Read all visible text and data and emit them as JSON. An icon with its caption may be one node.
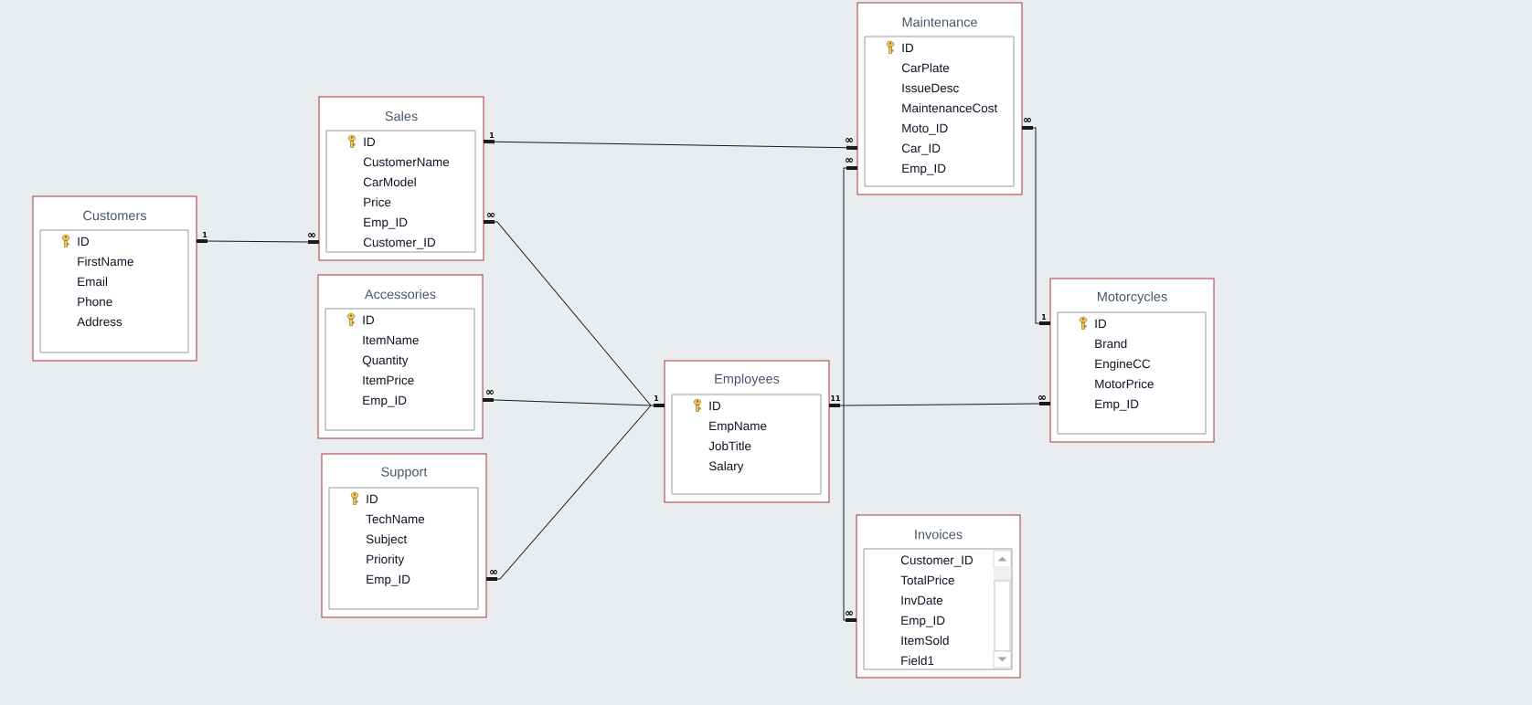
{
  "diagram": {
    "nodes": [
      {
        "text": [
          "Customers",
          "ID",
          "FirstName",
          "Email",
          "Phone",
          "Address"
        ]
      },
      {
        "text": [
          "Sales",
          "ID",
          "CustomerName",
          "CarModel",
          "Price",
          "Emp_ID",
          "Customer_ID"
        ]
      },
      {
        "text": [
          "Accessories",
          "ID",
          "ItemName",
          "Quantity",
          "ItemPrice",
          "Emp_ID"
        ]
      },
      {
        "text": [
          "Support",
          "ID",
          "TechName",
          "Subject",
          "Priority",
          "Emp_ID"
        ]
      },
      {
        "text": [
          "Employees",
          "ID",
          "EmpName",
          "JobTitle",
          "Salary"
        ]
      },
      {
        "text": [
          "Maintenance",
          "ID",
          "CarPlate",
          "IssueDesc",
          "MaintenanceCost",
          "Moto_ID",
          "Car_ID",
          "Emp_ID"
        ]
      },
      {
        "text": [
          "Motorcycles",
          "ID",
          "Brand",
          "EngineCC",
          "MotorPrice",
          "Emp_ID"
        ]
      },
      {
        "text": [
          "Invoices",
          "Customer_ID",
          "TotalPrice",
          "InvDate",
          "Emp_ID",
          "ItemSold",
          "Field1"
        ]
      }
    ],
    "edges": [
      {
        "from": 0,
        "to": 1,
        "arrow": "other"
      },
      {
        "from": 1,
        "to": 5,
        "arrow": "other"
      },
      {
        "from": 4,
        "to": 1,
        "arrow": "other"
      },
      {
        "from": 4,
        "to": 2,
        "arrow": "other"
      },
      {
        "from": 4,
        "to": 3,
        "arrow": "other"
      },
      {
        "from": 4,
        "to": 5,
        "arrow": "other"
      },
      {
        "from": 4,
        "to": 6,
        "arrow": "other"
      },
      {
        "from": 4,
        "to": 7,
        "arrow": "other"
      },
      {
        "from": 6,
        "to": 5,
        "arrow": "other"
      }
    ],
    "labels": [
      "∞",
      "1",
      "∞",
      "∞",
      "∞",
      "1",
      "∞",
      "1",
      "∞",
      "1",
      "11",
      "∞",
      "∞",
      "∞"
    ]
  }
}
